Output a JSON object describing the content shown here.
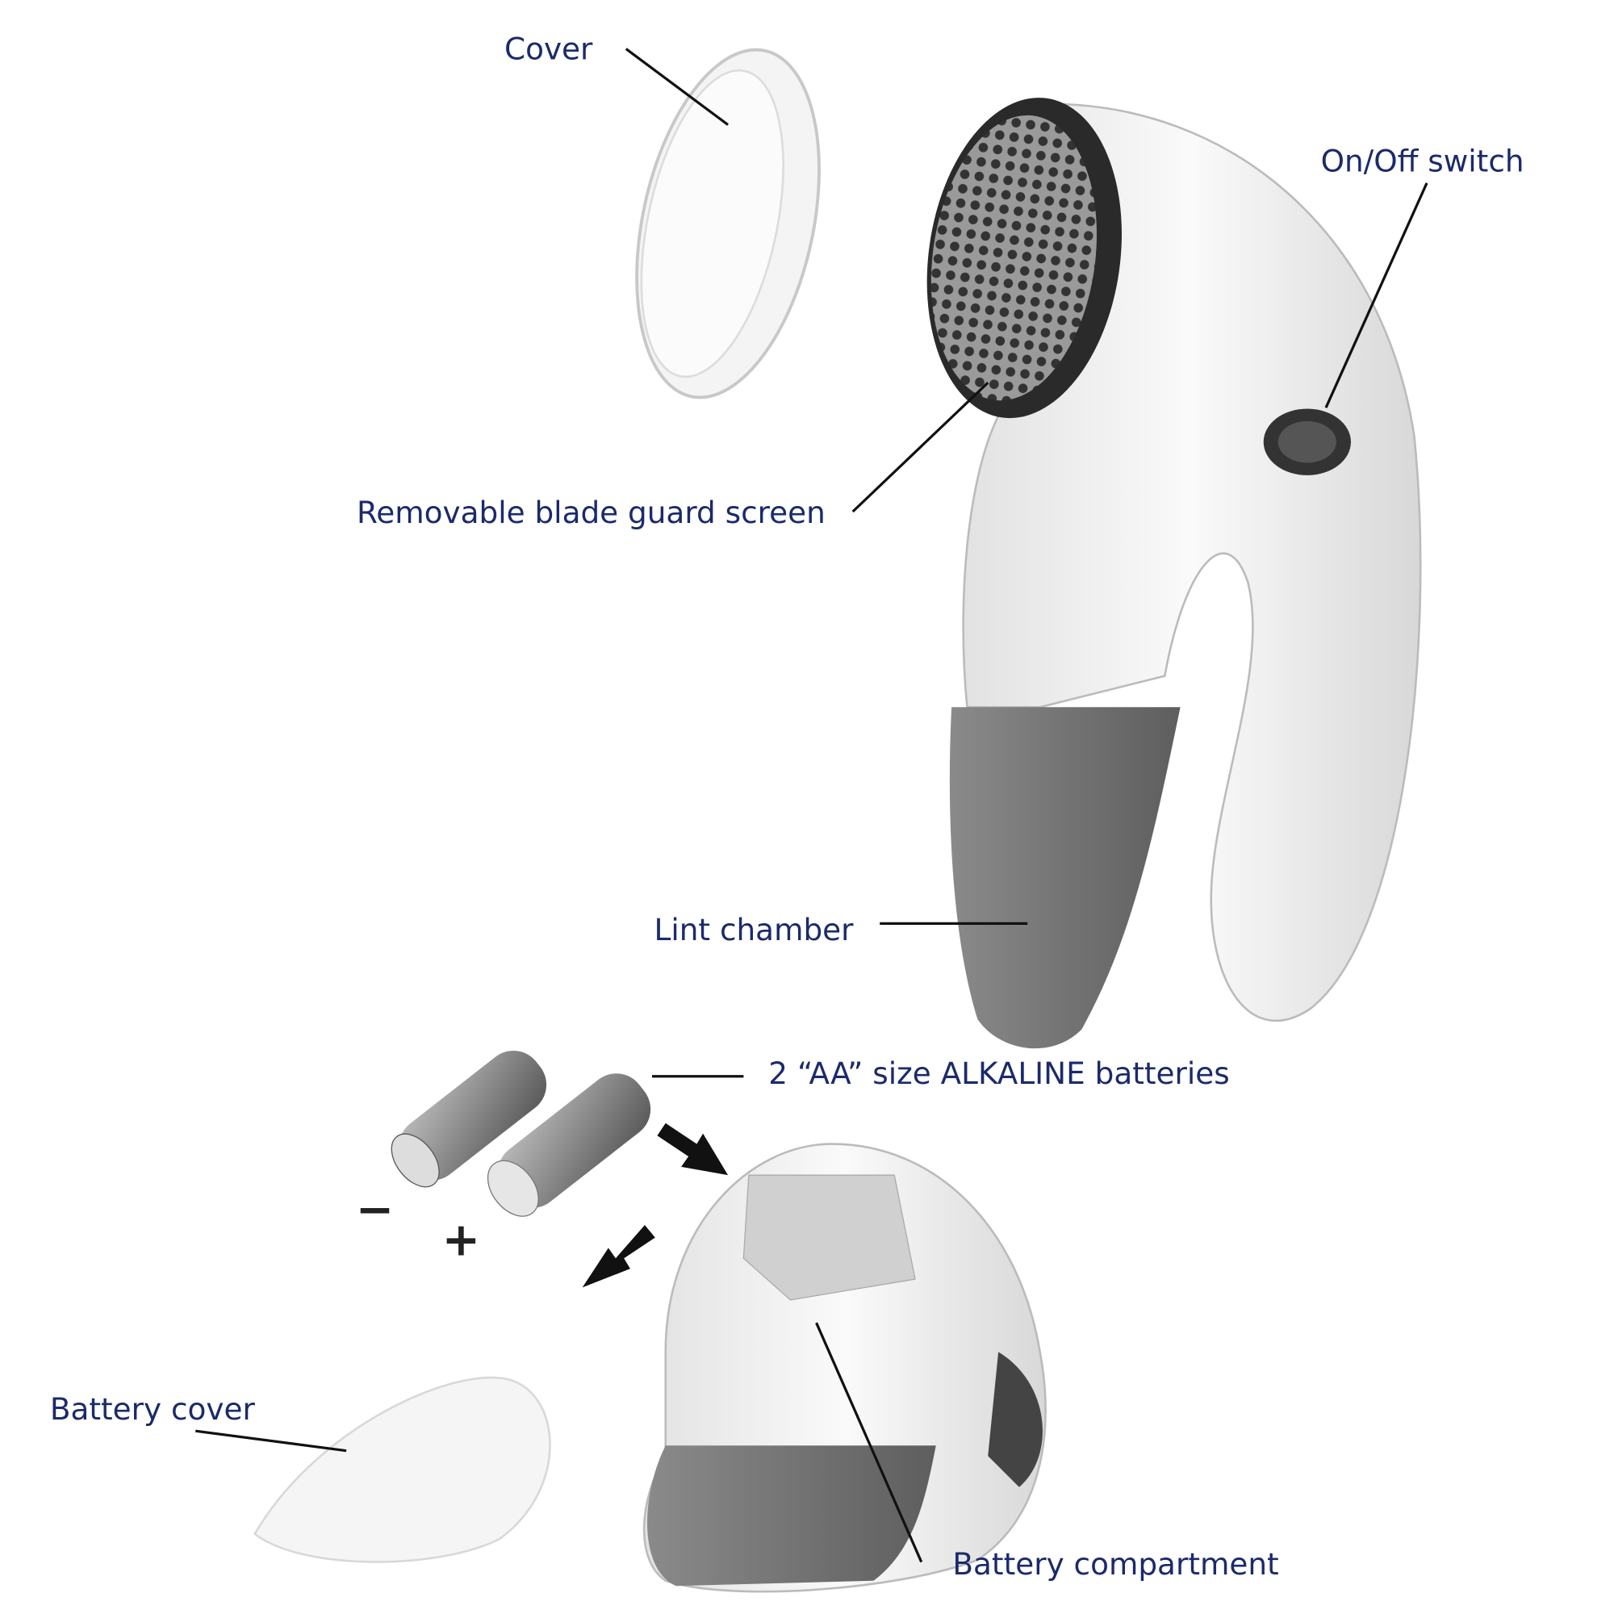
{
  "colors": {
    "label": "#1b2a6b",
    "leader_line": "#111111",
    "device_body": "#f0f0f0",
    "lint_chamber": "#7a7a7a"
  },
  "labels": {
    "cover": "Cover",
    "on_off_switch": "On/Off switch",
    "blade_guard": "Removable blade guard screen",
    "lint_chamber": "Lint chamber",
    "batteries": "2 “AA” size ALKALINE batteries",
    "battery_cover": "Battery cover",
    "battery_compartment": "Battery compartment"
  },
  "polarity": {
    "minus": "−",
    "plus": "+"
  }
}
